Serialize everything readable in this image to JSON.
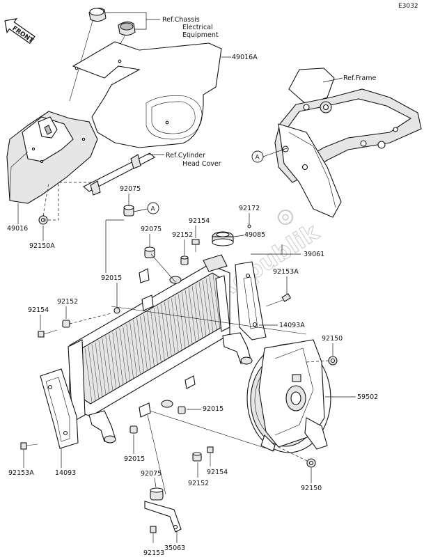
{
  "diagram_code": "E3032",
  "front_arrow": "FRONT",
  "watermark": "PartsRepublik",
  "references": {
    "chassis": [
      "Ref.Chassis",
      "Electrical",
      "Equipment"
    ],
    "frame": "Ref.Frame",
    "cylinder": [
      "Ref.Cylinder",
      "Head Cover"
    ]
  },
  "callout_A": "A",
  "labels": {
    "p49016A": "49016A",
    "p49016": "49016",
    "p92150A": "92150A",
    "p92075_top": "92075",
    "p92075_mid": "92075",
    "p92075_bot": "92075",
    "p92015_left": "92015",
    "p92015_right": "92015",
    "p92015_bot": "92015",
    "p92154_top": "92154",
    "p92154_left": "92154",
    "p92154_bot": "92154",
    "p92152_top": "92152",
    "p92152_left": "92152",
    "p92152_bot": "92152",
    "p92172": "92172",
    "p49085": "49085",
    "p39061": "39061",
    "p92153A_right": "92153A",
    "p92153A_left": "92153A",
    "p14093A": "14093A",
    "p14093": "14093",
    "p92150_top": "92150",
    "p92150_bot": "92150",
    "p59502": "59502",
    "p35063": "35063",
    "p92153": "92153"
  }
}
